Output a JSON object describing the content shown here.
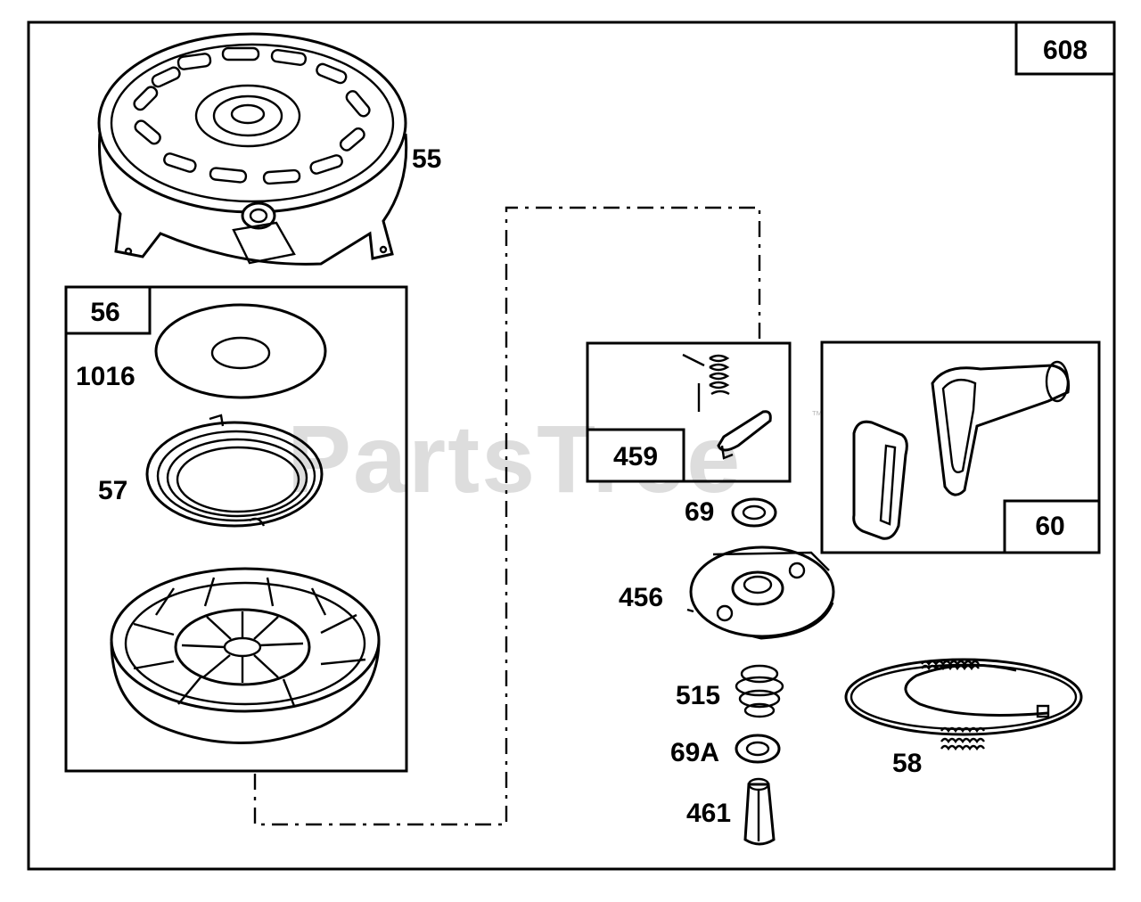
{
  "diagram": {
    "group_label": "608",
    "watermark": "PartsTree",
    "watermark_mark": "™",
    "boxes": {
      "starter_pulley_assembly": "56",
      "pawl_spring_kit": "459",
      "starter_handle_kit": "60"
    },
    "parts": {
      "blower_housing": "55",
      "washer_top": "1016",
      "rewind_spring": "57",
      "washer": "69",
      "ratchet": "456",
      "spring": "515",
      "washer_lower": "69A",
      "pin": "461",
      "starter_rope": "58"
    }
  }
}
